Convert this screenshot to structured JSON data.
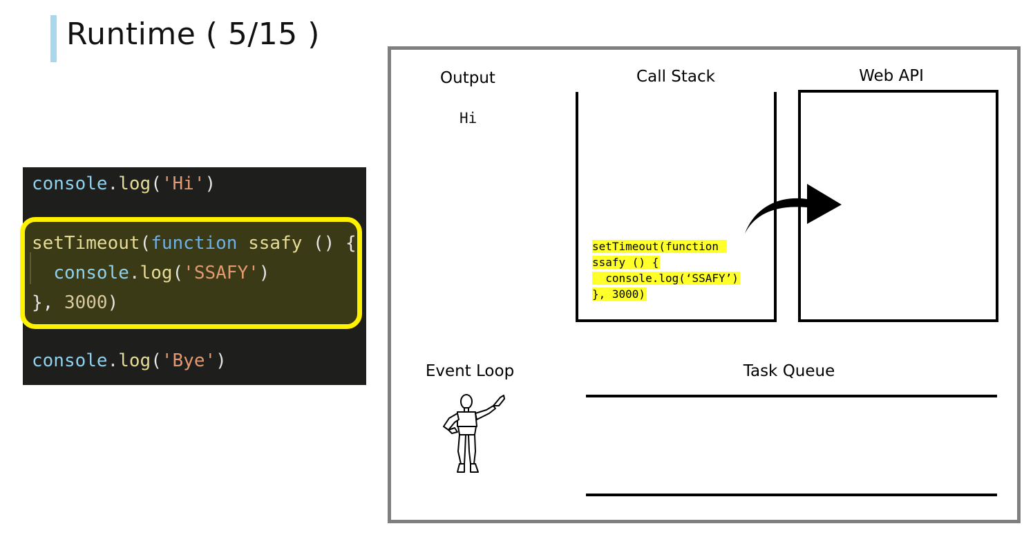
{
  "slide": {
    "title": "Runtime ( 5/15 )"
  },
  "code": {
    "line1": {
      "obj": "console",
      "dot": ".",
      "fn": "log",
      "open": "(",
      "str": "'Hi'",
      "close": ")"
    },
    "line2": {
      "fn": "setTimeout",
      "open": "(",
      "kw": "function",
      "name": " ssafy ",
      "rest": "() {"
    },
    "line3": {
      "indent": "  ",
      "obj": "console",
      "dot": ".",
      "fn": "log",
      "open": "(",
      "str": "'SSAFY'",
      "close": ")"
    },
    "line4": {
      "start": "}, ",
      "num": "3000",
      "close": ")"
    },
    "line5": {
      "obj": "console",
      "dot": ".",
      "fn": "log",
      "open": "(",
      "str": "'Bye'",
      "close": ")"
    }
  },
  "diagram": {
    "output_label": "Output",
    "output_text": "Hi",
    "call_stack_label": "Call Stack",
    "web_api_label": "Web API",
    "event_loop_label": "Event Loop",
    "task_queue_label": "Task Queue",
    "call_stack_item": {
      "line1": "setTimeout(function ",
      "line2": "ssafy () {",
      "line3": "  console.log(‘SSAFY’)",
      "line4": "}, 3000)"
    }
  },
  "colors": {
    "accent_bar": "#a9d8ec",
    "highlight_border": "#fff200",
    "stack_highlight": "#ffff2a",
    "code_background": "#1e1f1d",
    "frame_border": "#7f7f7f"
  },
  "icons": [
    "arrow-right-icon",
    "event-loop-figure-icon"
  ]
}
